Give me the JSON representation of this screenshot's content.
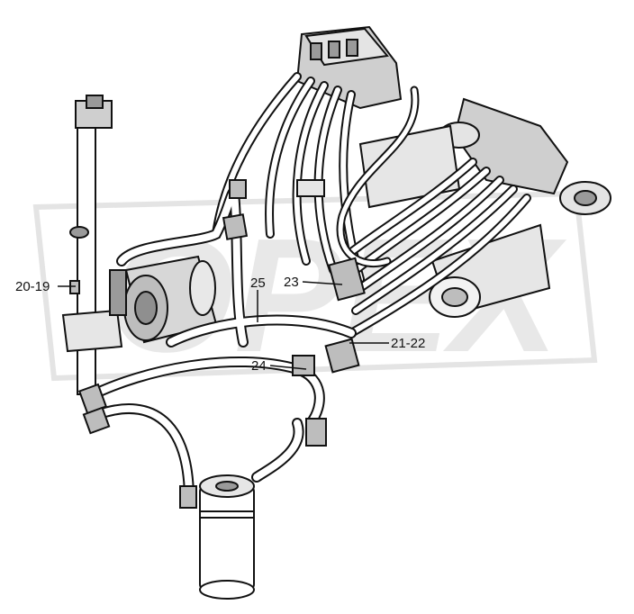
{
  "diagram": {
    "watermark": "OPEX",
    "callouts": [
      {
        "id": "c-20-19",
        "label": "20-19"
      },
      {
        "id": "c-25",
        "label": "25"
      },
      {
        "id": "c-23",
        "label": "23"
      },
      {
        "id": "c-21-22",
        "label": "21-22"
      },
      {
        "id": "c-24",
        "label": "24"
      }
    ],
    "colors": {
      "line": "#111111",
      "part_fill": "#ffffff",
      "shade": "#bdbdbd",
      "watermark": "#d0d0d0"
    }
  }
}
